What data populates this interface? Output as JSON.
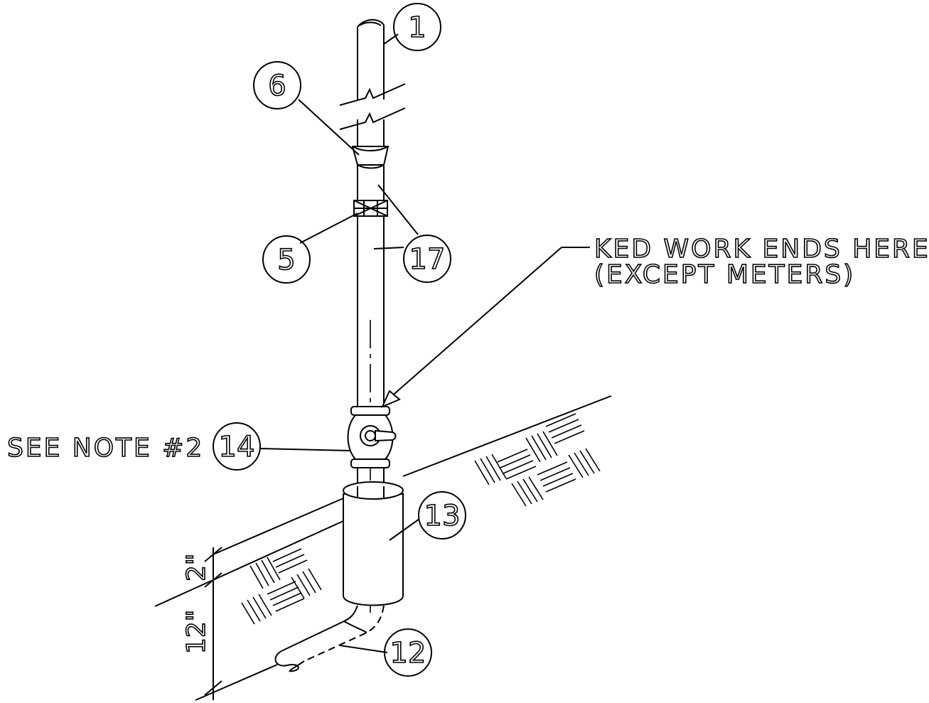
{
  "balloons": [
    {
      "id": "b1",
      "label": "1"
    },
    {
      "id": "b6",
      "label": "6"
    },
    {
      "id": "b5",
      "label": "5"
    },
    {
      "id": "b17",
      "label": "17"
    },
    {
      "id": "b14",
      "label": "14"
    },
    {
      "id": "b13",
      "label": "13"
    },
    {
      "id": "b12",
      "label": "12"
    }
  ],
  "notes": {
    "work_ends_line1": "KED WORK ENDS HERE",
    "work_ends_line2": "(EXCEPT METERS)",
    "see_note": "SEE NOTE #2"
  },
  "dimensions": {
    "cover": "2\"",
    "depth": "12\""
  }
}
